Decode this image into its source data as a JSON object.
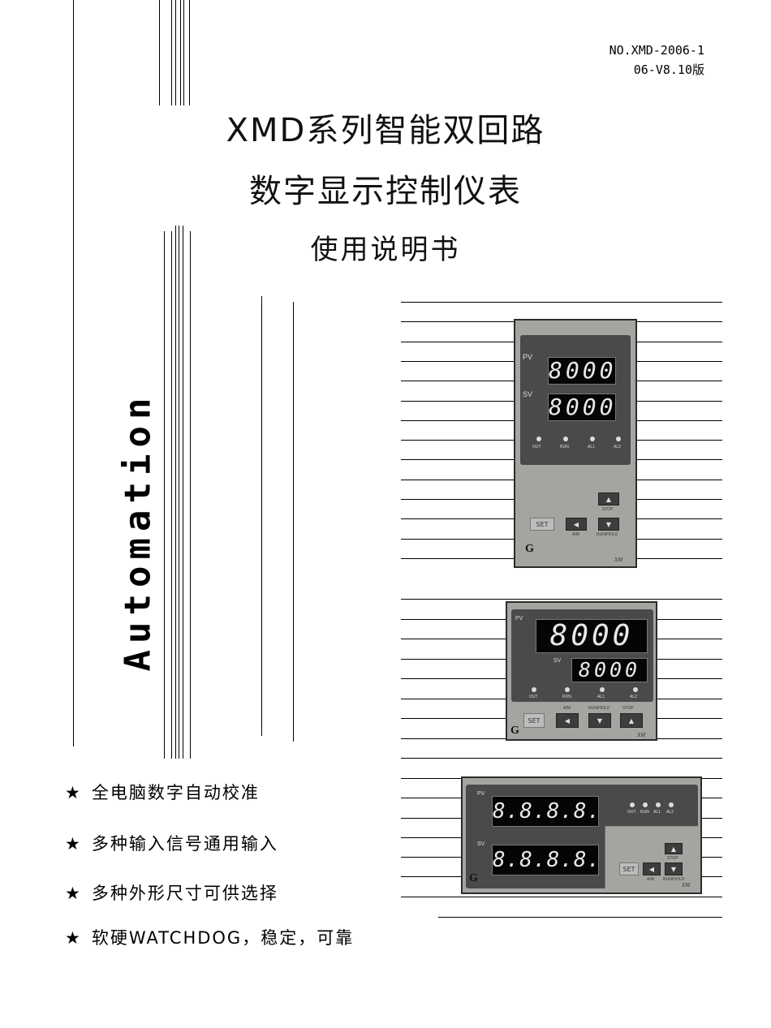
{
  "doc_number": "NO.XMD-2006-1",
  "doc_version": "06-V8.10版",
  "title_line1": "XMD系列智能双回路",
  "title_line2": "数字显示控制仪表",
  "title_line3": "使用说明书",
  "side_word": "Automation",
  "features": [
    {
      "star": "★",
      "text": "全电脑数字自动校准"
    },
    {
      "star": "★",
      "text": "多种输入信号通用输入"
    },
    {
      "star": "★",
      "text": "多种外形尺寸可供选择"
    },
    {
      "star": "★",
      "text": "软硬WATCHDOG，稳定，可靠"
    }
  ],
  "instrument1": {
    "pv_label": "PV",
    "sv_label": "SV",
    "pv_value": "8000",
    "sv_value": "8000",
    "leds": [
      "OUT",
      "RUN",
      "AL1",
      "AL2"
    ],
    "set": "SET",
    "up_label": "STOP",
    "left_label": "A/M",
    "down_label": "RUN/HOLD",
    "logo": "G",
    "brand": "XM"
  },
  "instrument2": {
    "pv_label": "PV",
    "sv_label": "SV",
    "pv_value": "8000",
    "sv_value": "8000",
    "leds": [
      "OUT",
      "RUN",
      "AL1",
      "AL2"
    ],
    "left_label": "A/M",
    "down_label": "RUN/HOLD",
    "up_label": "STOP",
    "set": "SET",
    "logo": "G",
    "brand": "XM"
  },
  "instrument3": {
    "pv_label": "PV",
    "sv_label": "SV",
    "pv_value": "8.8.8.8.",
    "sv_value": "8.8.8.8.",
    "leds": [
      "OUT",
      "RUN",
      "AL1",
      "AL2"
    ],
    "up_label": "STOP",
    "set": "SET",
    "left_label": "A/M",
    "down_label": "RUN/HOLD",
    "logo": "G",
    "brand": "XM"
  },
  "icons": {
    "up": "up-arrow-icon",
    "down": "down-arrow-icon",
    "left": "left-arrow-icon",
    "star": "star-icon"
  },
  "colors": {
    "instrument_body": "#a4a5a1",
    "panel": "#4a4a4a",
    "display": "#050505"
  }
}
